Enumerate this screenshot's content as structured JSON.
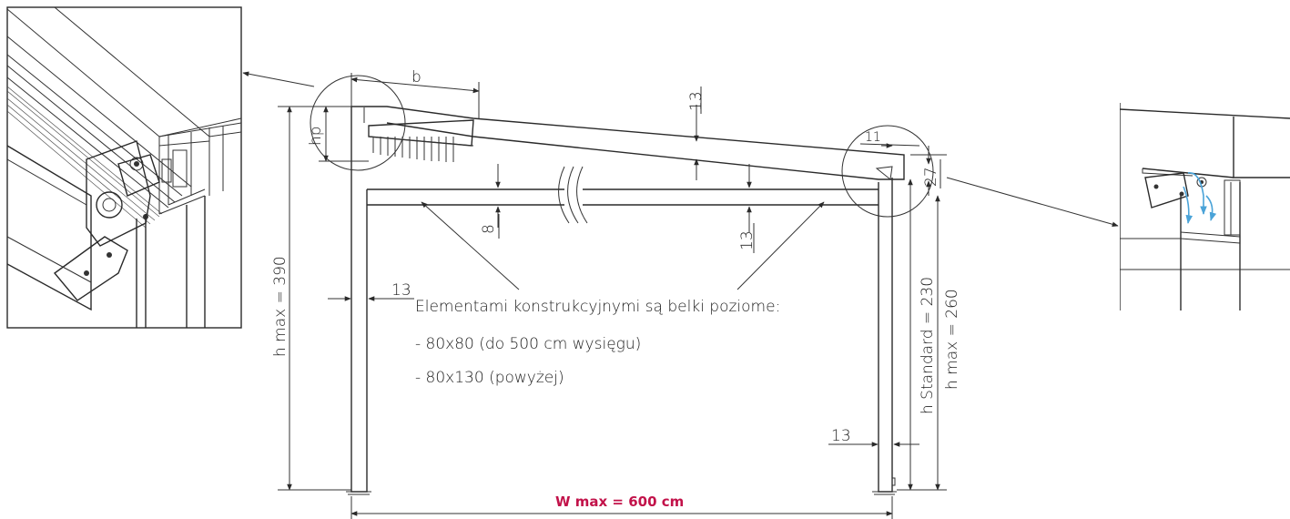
{
  "labels": {
    "b": "b",
    "hp": "hp",
    "beam_thickness": "13",
    "crossbar_label": "8",
    "crossbar_drop": "13",
    "post_left": "13",
    "post_right": "13",
    "front_offset": "11",
    "front_height": "27",
    "h_max_left": "h max = 390",
    "h_standard": "h Standard = 230",
    "h_max_right": "h max = 260",
    "width": "W max = 600 cm"
  },
  "note": {
    "title": "Elementami konstrukcyjnymi są belki poziome:",
    "line1": "- 80x80 (do 500 cm wysięgu)",
    "line2": "- 80x130 (powyżej)"
  },
  "colors": {
    "accent": "#c2124a",
    "line": "#2a2a2a",
    "flow": "#4aa3d8"
  }
}
